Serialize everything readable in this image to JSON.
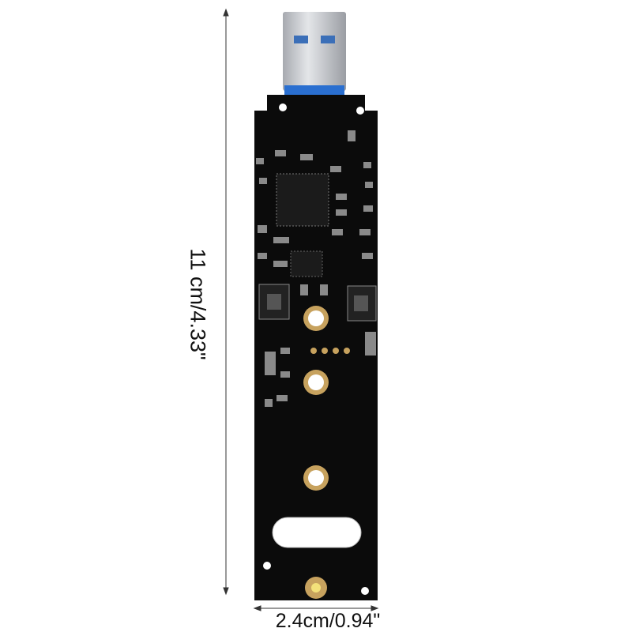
{
  "image": {
    "subject": "usb-m2-adapter-board",
    "colors": {
      "board": "#0b0b0b",
      "pads": "#c7a25e",
      "connector": "#c9ccd0",
      "connector_insulator": "#2a6fd0"
    }
  },
  "dimensions": {
    "length_label": "11 cm/4.33\"",
    "width_label": "2.4cm/0.94\""
  }
}
